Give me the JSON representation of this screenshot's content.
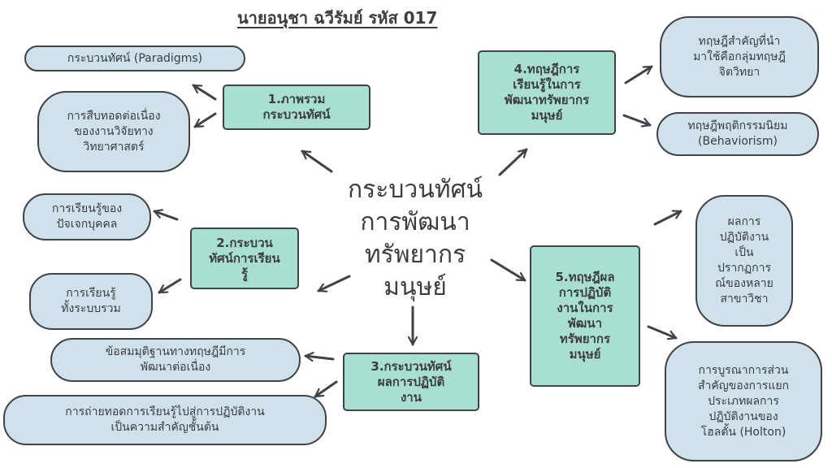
{
  "header": {
    "title": "นายอนุชา ฉวีรัมย์ รหัส 017"
  },
  "center": {
    "title": "กระบวนทัศน์\nการพัฒนา\nทรัพยากร\nมนุษย์"
  },
  "topics": {
    "t1": "1.ภาพรวม\nกระบวนทัศน์",
    "t2": "2.กระบวน\nทัศน์การเรียน\nรู้",
    "t3": "3.กระบวนทัศน์\nผลการปฏิบัติ\nงาน",
    "t4": "4.ทฤษฎีการ\nเรียนรู้ในการ\nพัฒนาทรัพยากร\nมนุษย์",
    "t5": "5.ทฤษฎีผล\nการปฏิบัติ\nงานในการ\nพัฒนา\nทรัพยากร\nมนุษย์"
  },
  "leaves": {
    "paradigms": "กระบวนทัศน์ (Paradigms)",
    "research": "การสืบทอดต่อเนื่อง\nของงานวิจัยทาง\nวิทยาศาสตร์",
    "individual": "การเรียนรู้ของ\nปัจเจกบุคคล",
    "overall": "การเรียนรู้\nทั้งระบบรวม",
    "assumption": "ข้อสมมุติฐานทางทฤษฎีมีการ\nพัฒนาต่อเนื่อง",
    "transfer": "การถ่ายทอดการเรียนรู้ไปสู่การปฏิบัติงาน\nเป็นความสำคัญชั้นต้น",
    "psychology": "ทฤษฎีสำคัญที่นำ\nมาใช้คือกลุ่มทฤษฎี\nจิตวิทยา",
    "behaviorism": "ทฤษฎีพฤติกรรมนิยม\n(Behaviorism)",
    "phenomenon": "ผลการ\nปฏิบัติงาน\nเป็น\nปรากฏการ\nณ์ของหลาย\nสาขาวิชา",
    "holton": "การบูรณาการส่วน\nสำคัญของการแยก\nประเภทผลการ\nปฏิบัติงานของ\nโฮลตั้น (Holton)"
  },
  "colors": {
    "topic_fill": "#a9dfd3",
    "leaf_fill": "#cfe1ea",
    "stroke": "#3f4247",
    "text": "#3b3d42"
  }
}
